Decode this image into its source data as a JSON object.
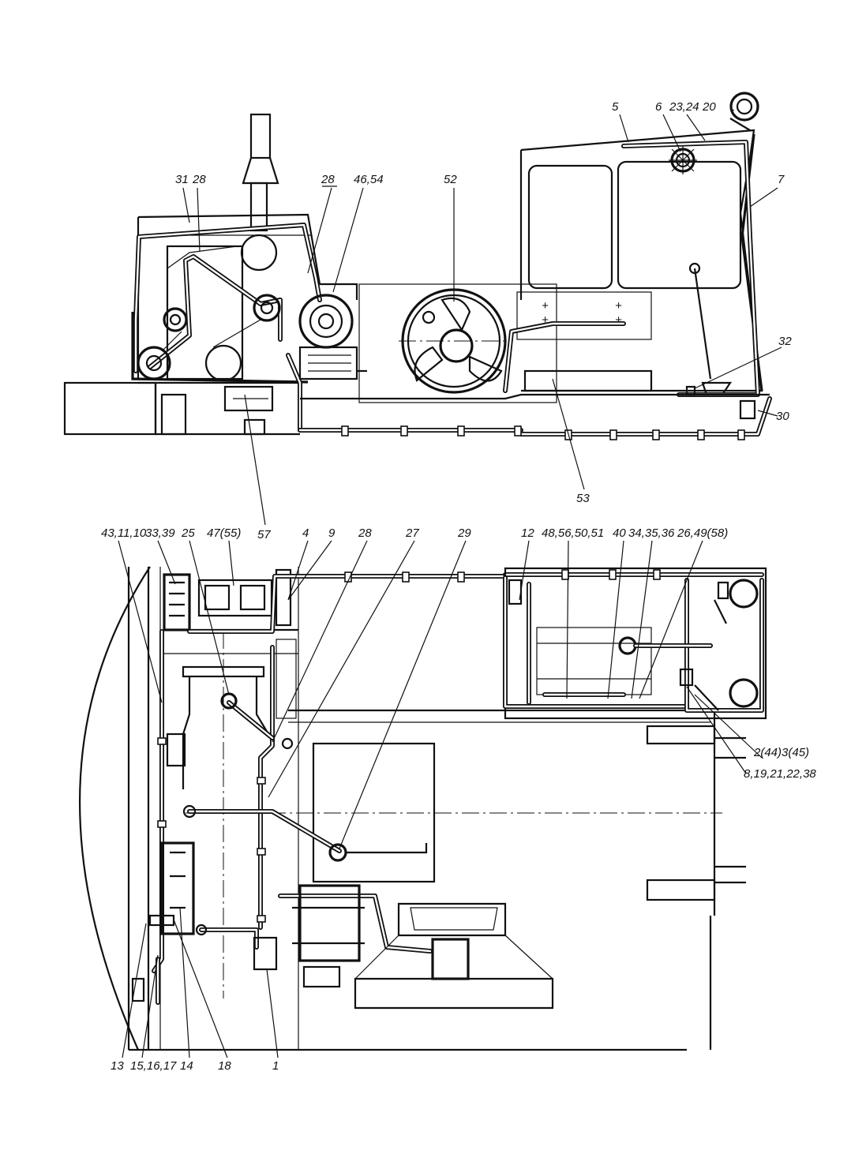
{
  "side_view": {
    "labels": [
      {
        "id": "5",
        "text": "5"
      },
      {
        "id": "6",
        "text": "6"
      },
      {
        "id": "23_24",
        "text": "23,24"
      },
      {
        "id": "20",
        "text": "20"
      },
      {
        "id": "7",
        "text": "7"
      },
      {
        "id": "31",
        "text": "31"
      },
      {
        "id": "28a",
        "text": "28"
      },
      {
        "id": "28b",
        "text": "28"
      },
      {
        "id": "46_54",
        "text": "46,54"
      },
      {
        "id": "52",
        "text": "52"
      },
      {
        "id": "32",
        "text": "32"
      },
      {
        "id": "30",
        "text": "30"
      },
      {
        "id": "53",
        "text": "53"
      },
      {
        "id": "57",
        "text": "57"
      }
    ]
  },
  "plan_view": {
    "top_labels": [
      {
        "id": "43_11_10",
        "text": "43,11,10"
      },
      {
        "id": "33_39",
        "text": "33,39"
      },
      {
        "id": "25",
        "text": "25"
      },
      {
        "id": "47_55",
        "text": "47(55)"
      },
      {
        "id": "4",
        "text": "4"
      },
      {
        "id": "9",
        "text": "9"
      },
      {
        "id": "28",
        "text": "28"
      },
      {
        "id": "27",
        "text": "27"
      },
      {
        "id": "29",
        "text": "29"
      },
      {
        "id": "12",
        "text": "12"
      },
      {
        "id": "48_56_50_51",
        "text": "48,56,50,51"
      },
      {
        "id": "40",
        "text": "40"
      },
      {
        "id": "34_35_36",
        "text": "34,35,36"
      },
      {
        "id": "26_49_58",
        "text": "26,49(58)"
      }
    ],
    "right_labels": [
      {
        "id": "2_44_3_45",
        "text": "2(44)3(45)"
      },
      {
        "id": "8_19_21_22_38",
        "text": "8,19,21,22,38"
      }
    ],
    "bottom_labels": [
      {
        "id": "13",
        "text": "13"
      },
      {
        "id": "15_16_17",
        "text": "15,16,17"
      },
      {
        "id": "14",
        "text": "14"
      },
      {
        "id": "18",
        "text": "18"
      },
      {
        "id": "1",
        "text": "1"
      }
    ]
  }
}
